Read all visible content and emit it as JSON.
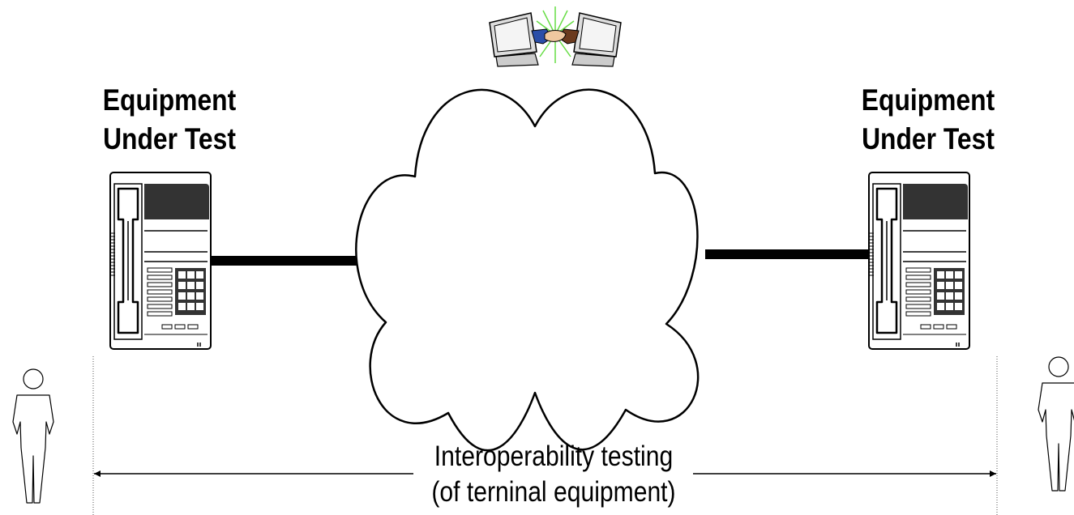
{
  "diagram": {
    "left_eut": {
      "line1": "Equipment",
      "line2": "Under Test"
    },
    "right_eut": {
      "line1": "Equipment",
      "line2": "Under Test"
    },
    "caption": {
      "line1": "Interoperability testing",
      "line2": "(of terninal equipment)"
    }
  },
  "icons": {
    "handshake": "handshake-computers-icon",
    "phone": "telephone-icon",
    "network": "network-cloud-icon",
    "person": "person-icon"
  },
  "colors": {
    "stroke": "#000000",
    "background": "#ffffff",
    "spark": "#66dd44"
  }
}
